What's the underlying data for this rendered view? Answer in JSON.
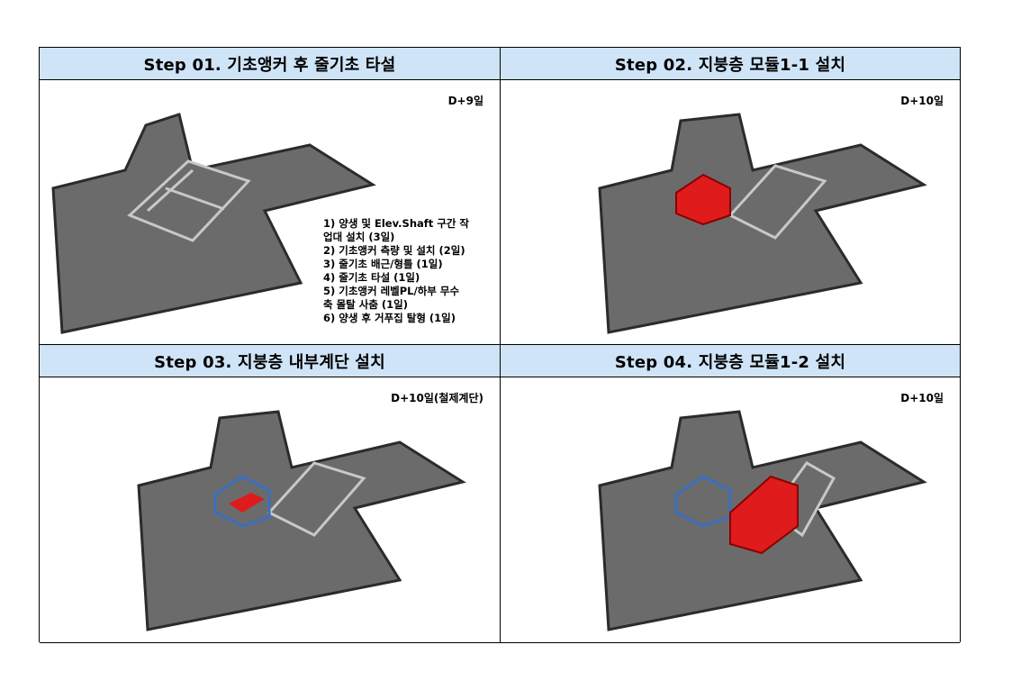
{
  "steps": [
    {
      "title": "Step 01. 기초앵커 후 줄기초 타설",
      "day": "D+9일"
    },
    {
      "title": "Step 02. 지붕층 모듈1-1 설치",
      "day": "D+10일"
    },
    {
      "title": "Step 03. 지붕층 내부계단 설치",
      "day": "D+10일(철제계단)"
    },
    {
      "title": "Step 04. 지붕층 모듈1-2 설치",
      "day": "D+10일"
    }
  ],
  "notes": [
    "1) 양생 및 Elev.Shaft 구간 작",
    "업대 설치 (3일)",
    "2) 기초앵커 측량 및 설치 (2일)",
    "3) 줄기초 배근/형틀 (1일)",
    "4) 줄기초 타설 (1일)",
    "5) 기초앵커 레벨PL/하부 무수",
    "축 몰탈 사춤 (1일)",
    "6) 양생 후 거푸집 탈형 (1일)"
  ],
  "colors": {
    "header_bg": "#cfe4f7",
    "slab": "#6b6b6b",
    "module_red": "#e01b1b",
    "stair_blue": "#3a6fbf"
  }
}
